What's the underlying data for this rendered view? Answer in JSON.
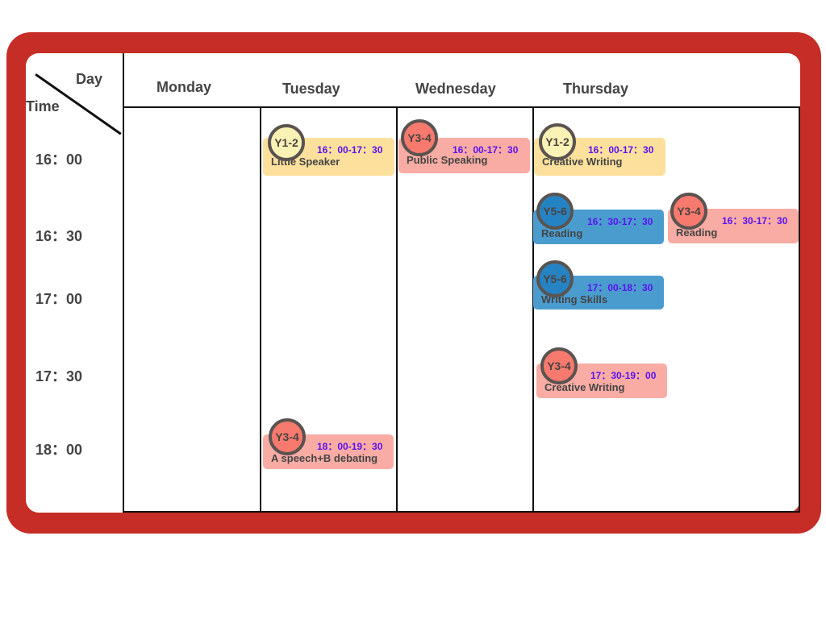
{
  "header": {
    "day_label": "Day",
    "time_label": "Time",
    "days": [
      "Monday",
      "Tuesday",
      "Wednesday",
      "Thursday"
    ]
  },
  "times": [
    "16：00",
    "16：30",
    "17：00",
    "17：30",
    "18：00"
  ],
  "events": [
    {
      "group": "Y1-2",
      "time": "16：00-17：30",
      "name": "Little Speaker",
      "day": "Tuesday",
      "color": "#fce09c"
    },
    {
      "group": "Y3-4",
      "time": "16：00-17：30",
      "name": "Public Speaking",
      "day": "Wednesday",
      "color": "#f9aca4"
    },
    {
      "group": "Y1-2",
      "time": "16：00-17：30",
      "name": "Creative Writing",
      "day": "Thursday",
      "color": "#fce09c"
    },
    {
      "group": "Y5-6",
      "time": "16：30-17：30",
      "name": "Reading",
      "day": "Thursday",
      "color": "#4a9ccf"
    },
    {
      "group": "Y3-4",
      "time": "16：30-17：30",
      "name": "Reading",
      "day": "Thursday",
      "color": "#f9aca4"
    },
    {
      "group": "Y5-6",
      "time": "17：00-18：30",
      "name": "Writing Skills",
      "day": "Thursday",
      "color": "#4a9ccf"
    },
    {
      "group": "Y3-4",
      "time": "17：30-19：00",
      "name": "Creative Writing",
      "day": "Thursday",
      "color": "#f9aca4"
    },
    {
      "group": "Y3-4",
      "time": "18：00-19：30",
      "name": "A speech+B debating",
      "day": "Tuesday",
      "color": "#f9aca4"
    }
  ],
  "colors": {
    "frame": "#c62d27",
    "time_text": "#5a12f0"
  }
}
